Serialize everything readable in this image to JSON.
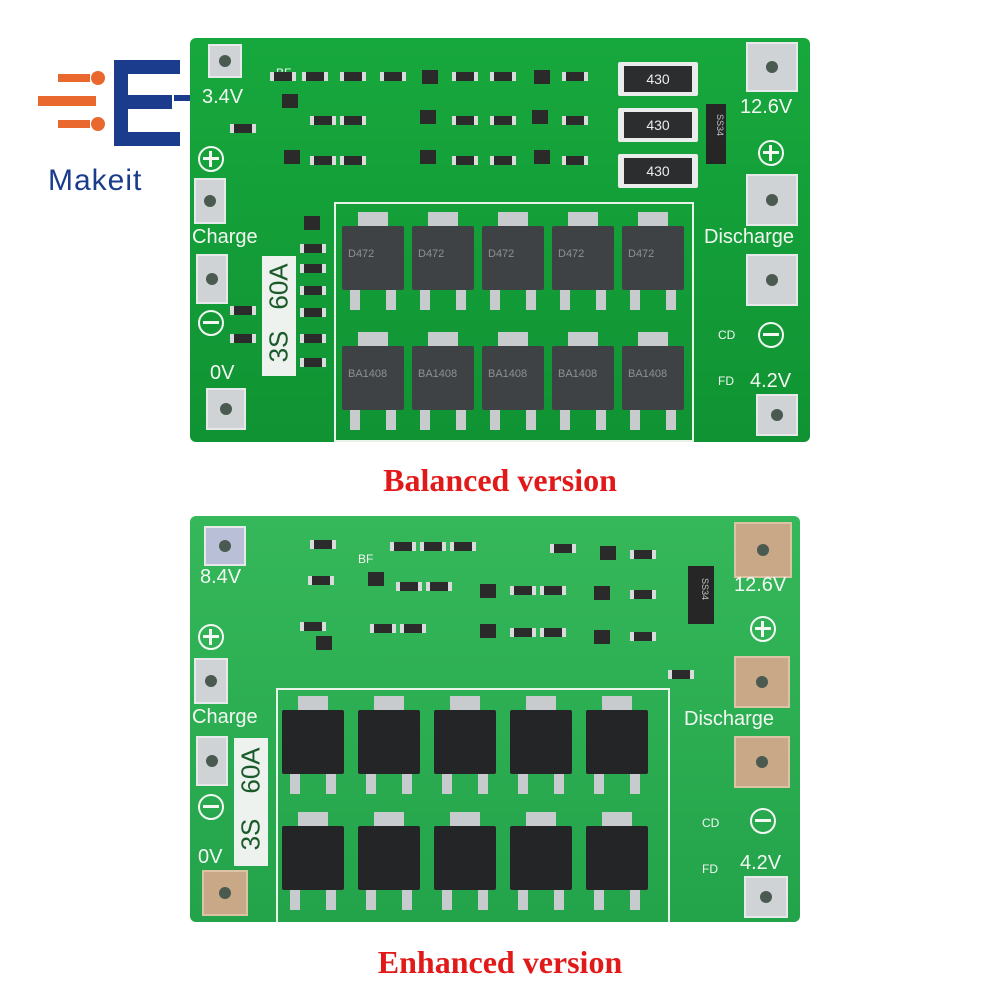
{
  "brand": {
    "name": "Makeit",
    "colors": {
      "orange": "#e9682d",
      "blue": "#1b3c8c"
    }
  },
  "captions": {
    "top": "Balanced version",
    "bottom": "Enhanced version"
  },
  "board_top": {
    "labels": {
      "v_low": "3.4V",
      "v_high": "12.6V",
      "v_mid": "4.2V",
      "zero": "0V",
      "charge": "Charge",
      "discharge": "Discharge",
      "cd": "CD",
      "fd": "FD",
      "bf": "BF",
      "diode": "SS34"
    },
    "rating": [
      "3S",
      "60A"
    ],
    "resistors": [
      "430",
      "430",
      "430"
    ],
    "mosfet_marking": [
      "D472",
      "BA1408"
    ]
  },
  "board_bottom": {
    "labels": {
      "v_low": "8.4V",
      "v_high": "12.6V",
      "v_mid": "4.2V",
      "zero": "0V",
      "charge": "Charge",
      "discharge": "Discharge",
      "cd": "CD",
      "fd": "FD",
      "bf": "BF",
      "diode": "SS34"
    },
    "rating": [
      "3S",
      "60A"
    ]
  }
}
